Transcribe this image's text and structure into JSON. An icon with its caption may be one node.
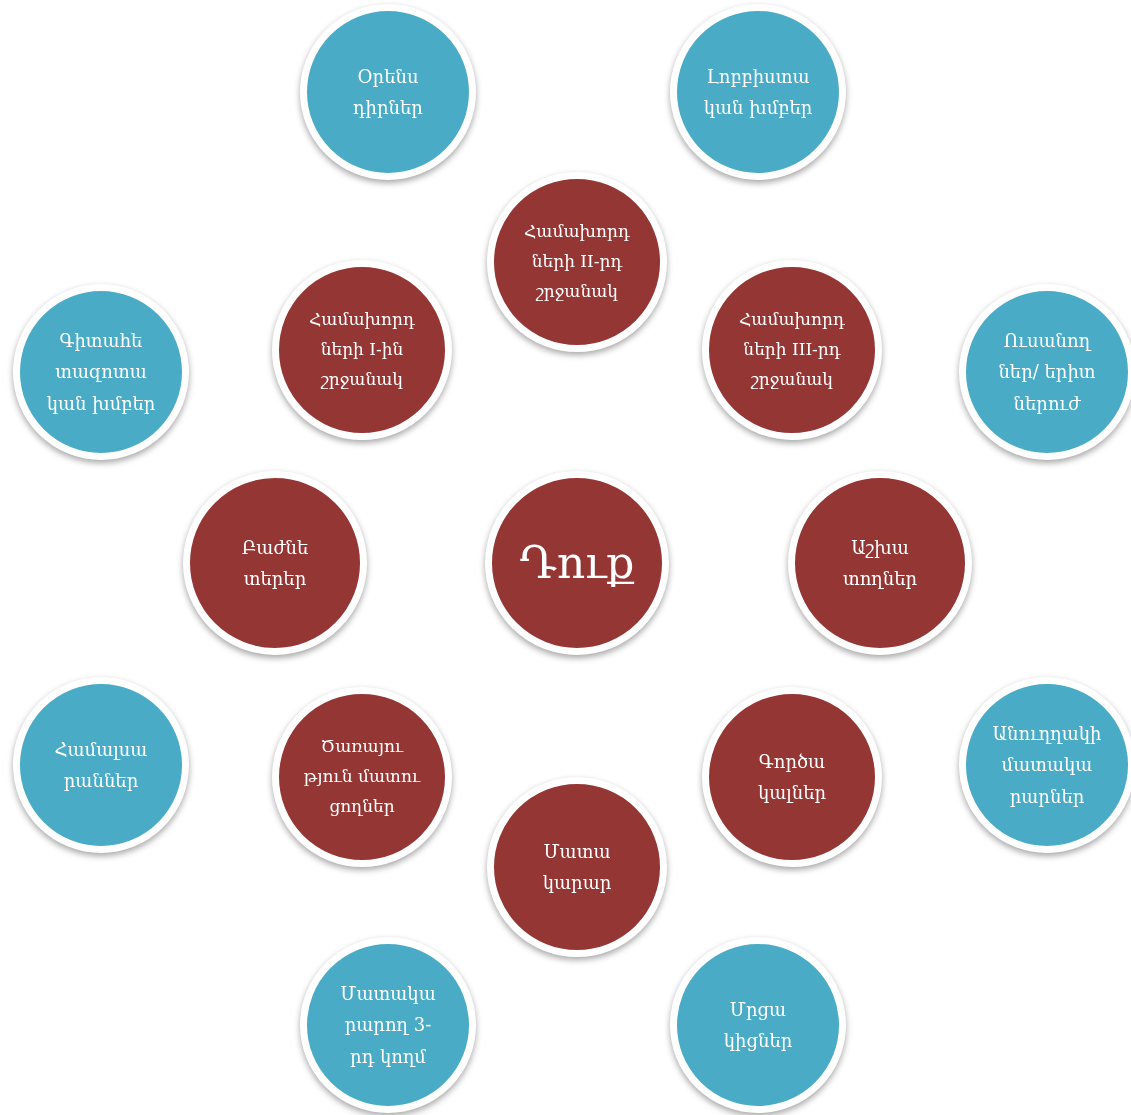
{
  "diagram": {
    "nodes": [
      {
        "text": [
          "Օրենս դիրներ"
        ]
      },
      {
        "text": [
          "Լոբբիստա կան խմբեր"
        ]
      },
      {
        "text": [
          "Համախորդ ների II-րդ շրջանակ"
        ]
      },
      {
        "text": [
          "Գիտահե տազոտա կան խմբեր"
        ]
      },
      {
        "text": [
          "Համախորդ ների I-ին շրջանակ"
        ]
      },
      {
        "text": [
          "Համախորդ ների III-րդ շրջանակ"
        ]
      },
      {
        "text": [
          "Ուսանող ներ/ երիտ ներուժ"
        ]
      },
      {
        "text": [
          "Բաժնե տերեր"
        ]
      },
      {
        "text": [
          "Դուք"
        ]
      },
      {
        "text": [
          "Աշխա տողներ"
        ]
      },
      {
        "text": [
          "Համալսա րաններ"
        ]
      },
      {
        "text": [
          "Ծառայու թյուն մատու ցողներ"
        ]
      },
      {
        "text": [
          "Գործա կալներ"
        ]
      },
      {
        "text": [
          "Անուղղակի մատակա րարներ"
        ]
      },
      {
        "text": [
          "Մատա կարար"
        ]
      },
      {
        "text": [
          "Մատակա րարող 3-րդ կողմ"
        ]
      },
      {
        "text": [
          "Մրցա կիցներ"
        ]
      }
    ]
  }
}
